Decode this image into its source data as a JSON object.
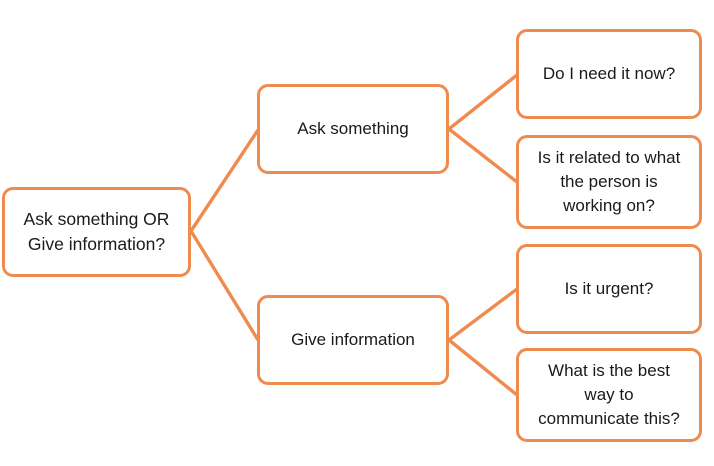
{
  "diagram": {
    "type": "decision-tree-flowchart",
    "accent_color": "#F08B4F",
    "box_fill": "#FFFFFF",
    "text_color": "#1A1A1A",
    "nodes": [
      {
        "id": "root",
        "label": "Ask something OR\nGive information?",
        "level": 1
      },
      {
        "id": "ask",
        "label": "Ask something",
        "level": 2
      },
      {
        "id": "give",
        "label": "Give information",
        "level": 2
      },
      {
        "id": "need_now",
        "label": "Do I need it now?",
        "level": 3
      },
      {
        "id": "related",
        "label": "Is it related to what\nthe person is\nworking on?",
        "level": 3
      },
      {
        "id": "urgent",
        "label": "Is it urgent?",
        "level": 3
      },
      {
        "id": "best_way",
        "label": "What is the best\nway to\ncommunicate this?",
        "level": 3
      }
    ],
    "edges": [
      {
        "from": "root",
        "to": "ask"
      },
      {
        "from": "root",
        "to": "give"
      },
      {
        "from": "ask",
        "to": "need_now"
      },
      {
        "from": "ask",
        "to": "related"
      },
      {
        "from": "give",
        "to": "urgent"
      },
      {
        "from": "give",
        "to": "best_way"
      }
    ]
  }
}
